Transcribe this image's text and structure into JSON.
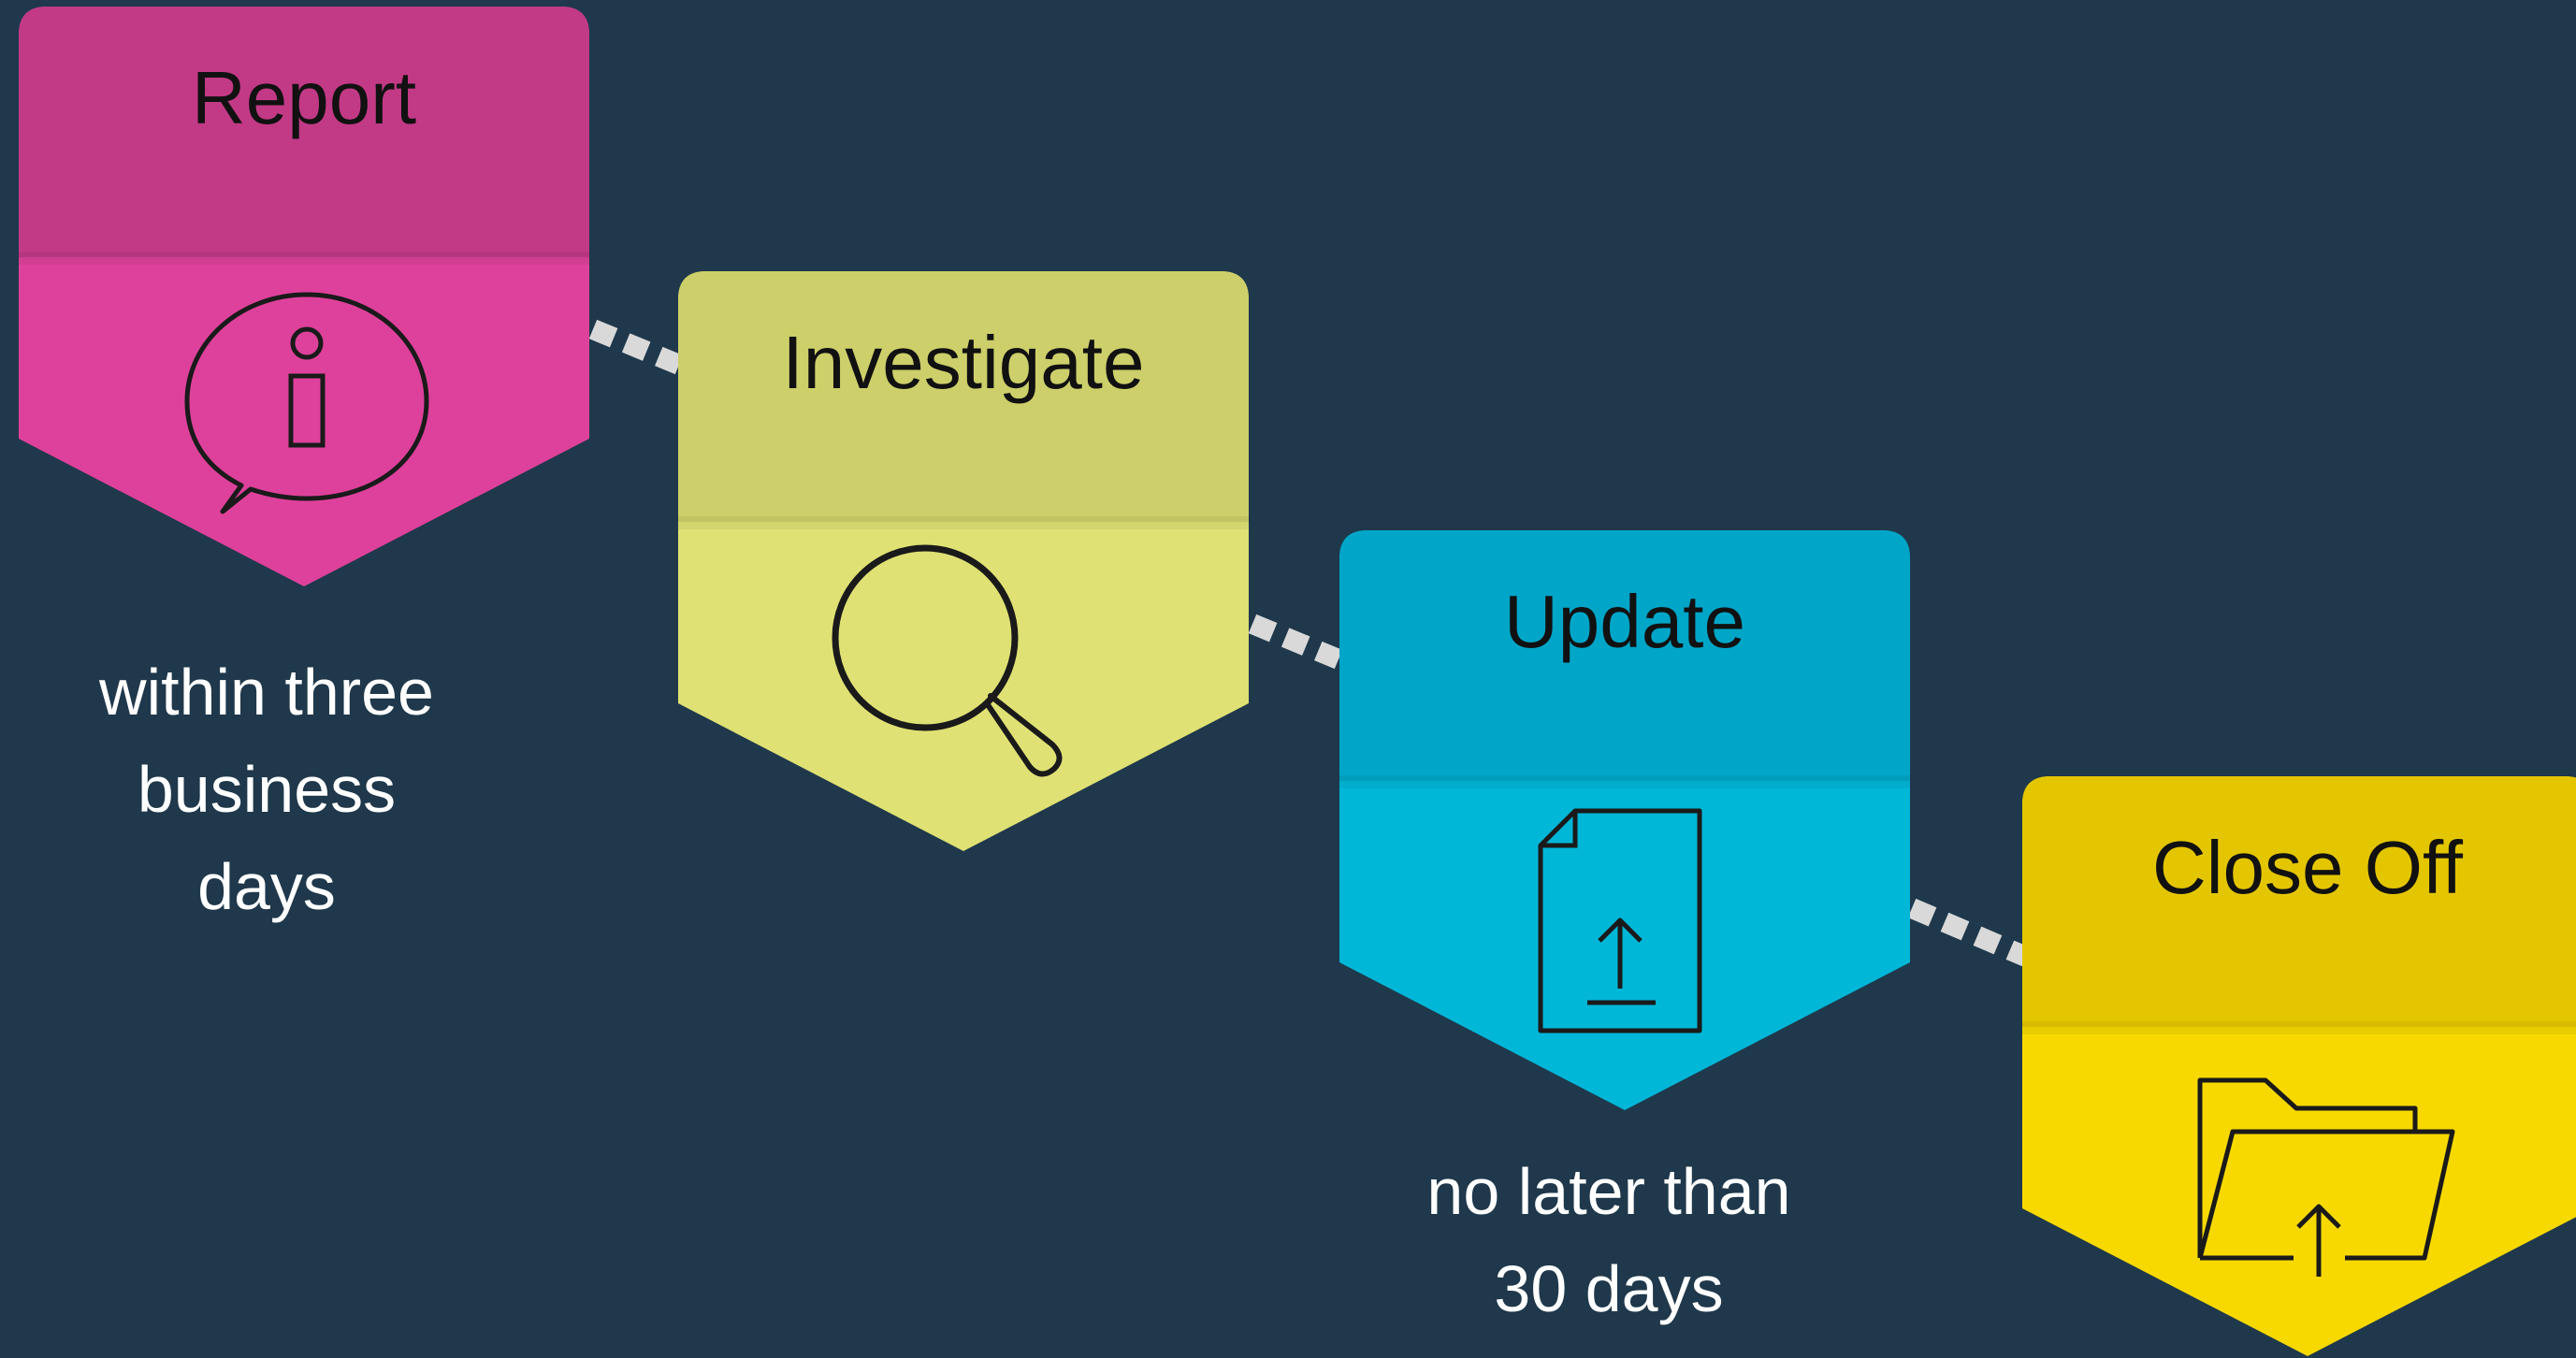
{
  "steps": [
    {
      "label": "Report",
      "icon": "info-speech-bubble-icon",
      "colors": {
        "top": "#c23a86",
        "bottom": "#de419b"
      }
    },
    {
      "label": "Investigate",
      "icon": "magnifying-glass-icon",
      "colors": {
        "top": "#cdcf6a",
        "bottom": "#dfe174"
      }
    },
    {
      "label": "Update",
      "icon": "document-upload-icon",
      "colors": {
        "top": "#00a6c8",
        "bottom": "#00b7d8"
      }
    },
    {
      "label": "Close Off",
      "icon": "folder-upload-icon",
      "colors": {
        "top": "#e4c600",
        "bottom": "#f7d900"
      }
    }
  ],
  "notes": {
    "report": [
      "within three",
      "business",
      "days"
    ],
    "update": [
      "no later than",
      "30 days"
    ]
  },
  "colors": {
    "background": "#1f384b",
    "connector": "#d9d9d9",
    "icon_stroke": "#1a1a1a",
    "note_text": "#ffffff"
  }
}
